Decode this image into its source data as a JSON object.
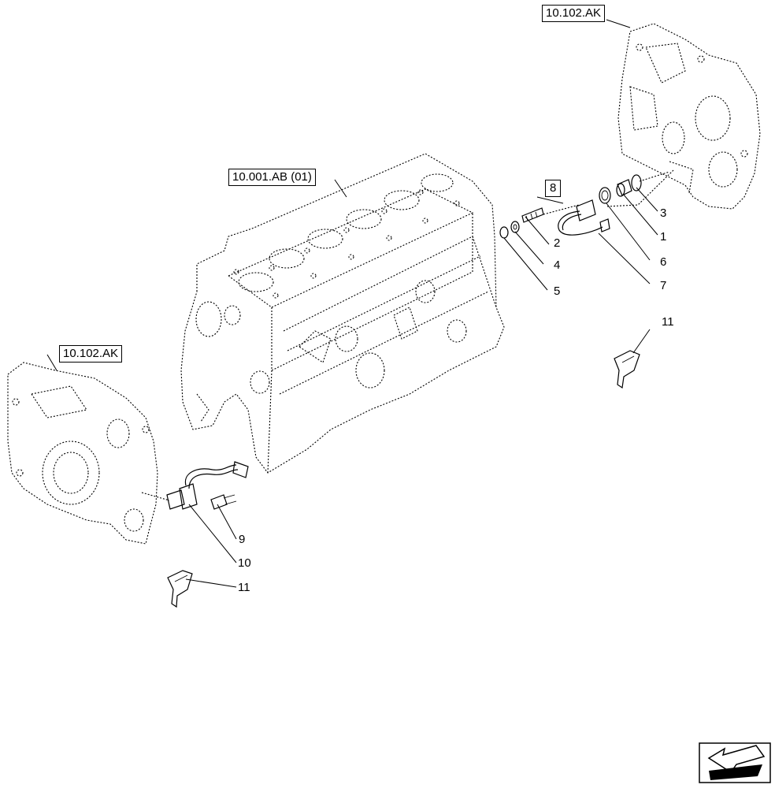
{
  "references": [
    {
      "id": "ref-top-right",
      "label": "10.102.AK"
    },
    {
      "id": "ref-block",
      "label": "10.001.AB (01)"
    },
    {
      "id": "ref-left",
      "label": "10.102.AK"
    }
  ],
  "callouts": {
    "c1": "1",
    "c2": "2",
    "c3": "3",
    "c4": "4",
    "c5": "5",
    "c6": "6",
    "c7": "7",
    "c8": "8",
    "c9": "9",
    "c10": "10",
    "c11a": "11",
    "c11b": "11"
  },
  "nav_icon": "arrow-back-icon"
}
